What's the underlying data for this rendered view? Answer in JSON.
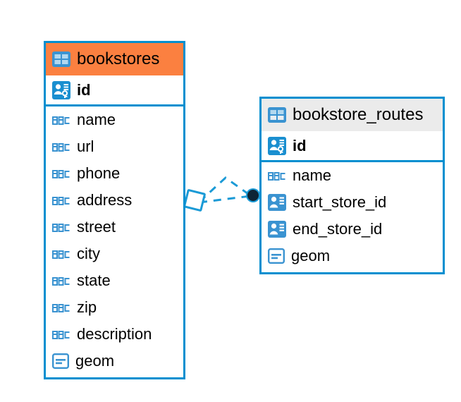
{
  "diagram": {
    "type": "entity-relationship-diagram",
    "background": "#ffffff",
    "colors": {
      "border": "#008fd0",
      "header_highlight": "#fb8040",
      "header_default": "#ebebeb",
      "icon_blue": "#3a93d1",
      "icon_blue_dark": "#1a8fd0",
      "connector": "#1a9ad6",
      "connector_endpoint": "#0d2535",
      "text": "#000000"
    },
    "entities": [
      {
        "id": "bookstores",
        "name": "bookstores",
        "header_icon": "table-icon",
        "header_style": "orange",
        "selected": true,
        "fields": [
          {
            "name": "id",
            "icon": "primary-key-icon",
            "key": "primary"
          },
          {
            "name": "name",
            "icon": "abc-text-icon",
            "key": "none"
          },
          {
            "name": "url",
            "icon": "abc-text-icon",
            "key": "none"
          },
          {
            "name": "phone",
            "icon": "abc-text-icon",
            "key": "none"
          },
          {
            "name": "address",
            "icon": "abc-text-icon",
            "key": "none"
          },
          {
            "name": "street",
            "icon": "abc-text-icon",
            "key": "none"
          },
          {
            "name": "city",
            "icon": "abc-text-icon",
            "key": "none"
          },
          {
            "name": "state",
            "icon": "abc-text-icon",
            "key": "none"
          },
          {
            "name": "zip",
            "icon": "abc-text-icon",
            "key": "none"
          },
          {
            "name": "description",
            "icon": "abc-text-icon",
            "key": "none"
          },
          {
            "name": "geom",
            "icon": "geometry-icon",
            "key": "none"
          }
        ]
      },
      {
        "id": "bookstore_routes",
        "name": "bookstore_routes",
        "header_icon": "table-icon",
        "header_style": "grey",
        "selected": false,
        "fields": [
          {
            "name": "id",
            "icon": "primary-key-icon",
            "key": "primary"
          },
          {
            "name": "name",
            "icon": "abc-text-icon",
            "key": "none"
          },
          {
            "name": "start_store_id",
            "icon": "foreign-key-icon",
            "key": "foreign"
          },
          {
            "name": "end_store_id",
            "icon": "foreign-key-icon",
            "key": "foreign"
          },
          {
            "name": "geom",
            "icon": "geometry-icon",
            "key": "none"
          }
        ]
      }
    ],
    "relationships": [
      {
        "from": "bookstores",
        "to": "bookstore_routes",
        "style": "dashed",
        "source_marker": "diamond",
        "target_marker": "filled-circle",
        "branches": 2
      }
    ]
  }
}
